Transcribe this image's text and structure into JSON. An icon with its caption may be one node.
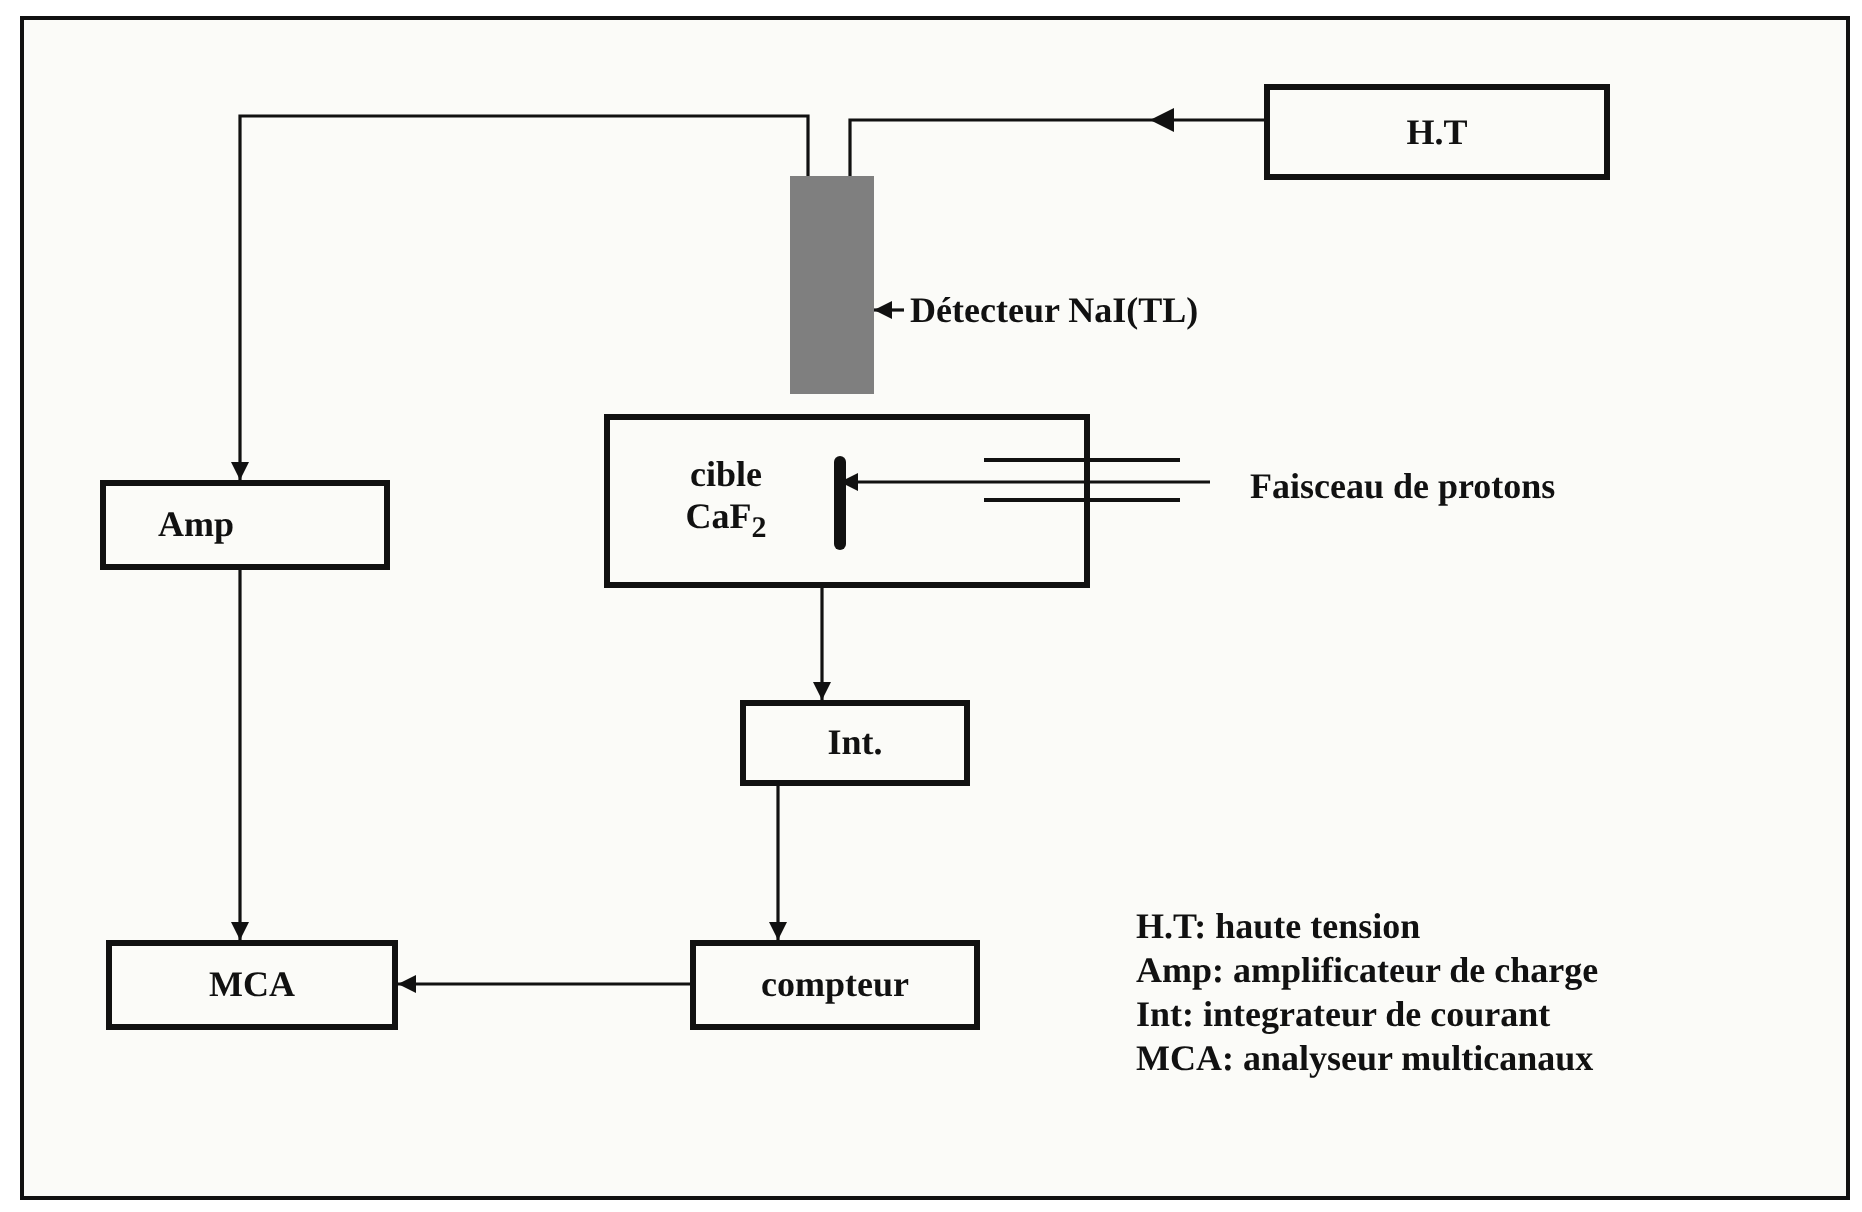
{
  "diagram": {
    "nodes": [
      {
        "text": [
          "H.T"
        ]
      },
      {
        "text": [],
        "shape": "box"
      },
      {
        "text": [
          "Détecteur NaI(TL)"
        ]
      },
      {
        "text": [
          "cible CaF$_{2}$"
        ]
      },
      {
        "text": [],
        "shape": "bar",
        "in": 3
      },
      {
        "text": [
          "Faisceau de protons"
        ]
      },
      {
        "text": [
          "Amp"
        ]
      },
      {
        "text": [
          "Int."
        ]
      },
      {
        "text": [
          "MCA"
        ]
      },
      {
        "text": [
          "compteur"
        ]
      }
    ],
    "edges": [
      {
        "from": 0,
        "to": 1,
        "arrow": "to"
      },
      {
        "from": 1,
        "to": 6,
        "arrow": "to"
      },
      {
        "from": 2,
        "to": 1,
        "arrow": "to"
      },
      {
        "from": 5,
        "to": 4,
        "arrow": "to"
      },
      {
        "from": 3,
        "to": 7,
        "arrow": "to"
      },
      {
        "from": 7,
        "to": 9,
        "arrow": "to"
      },
      {
        "from": 6,
        "to": 8,
        "arrow": "to"
      },
      {
        "from": 9,
        "to": 8,
        "arrow": "to"
      }
    ],
    "labels": [
      "H.T: haute tension",
      "Amp: amplificateur de charge",
      "Int: integrateur de courant",
      "MCA: analyseur multicanaux"
    ]
  }
}
